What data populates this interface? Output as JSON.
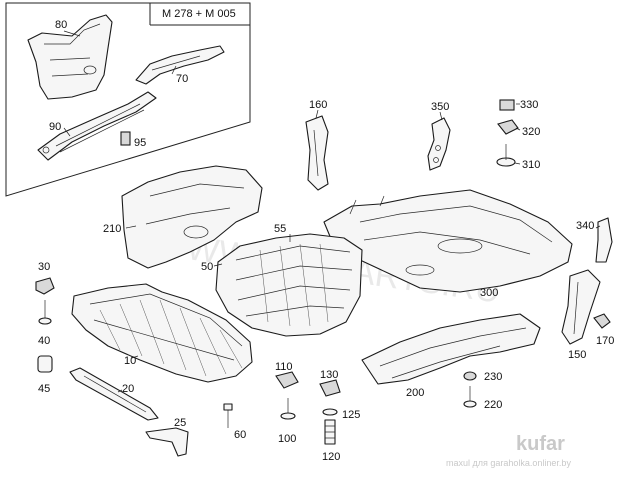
{
  "header": {
    "engine_label": "M 278 + M 005"
  },
  "labels": {
    "p10": "10",
    "p20": "20",
    "p25": "25",
    "p30": "30",
    "p40": "40",
    "p45": "45",
    "p50": "50",
    "p55": "55",
    "p60": "60",
    "p70": "70",
    "p80": "80",
    "p90": "90",
    "p95": "95",
    "p100": "100",
    "p110": "110",
    "p120": "120",
    "p125": "125",
    "p130": "130",
    "p150": "150",
    "p160": "160",
    "p170": "170",
    "p200": "200",
    "p210": "210",
    "p220": "220",
    "p230": "230",
    "p300": "300",
    "p310": "310",
    "p320": "320",
    "p330": "330",
    "p340": "340",
    "p350": "350"
  },
  "watermark": {
    "text": "WWW.LEX-PARTS.RU",
    "brand": "kufar",
    "url": "maxul для garaholka.onliner.by"
  }
}
